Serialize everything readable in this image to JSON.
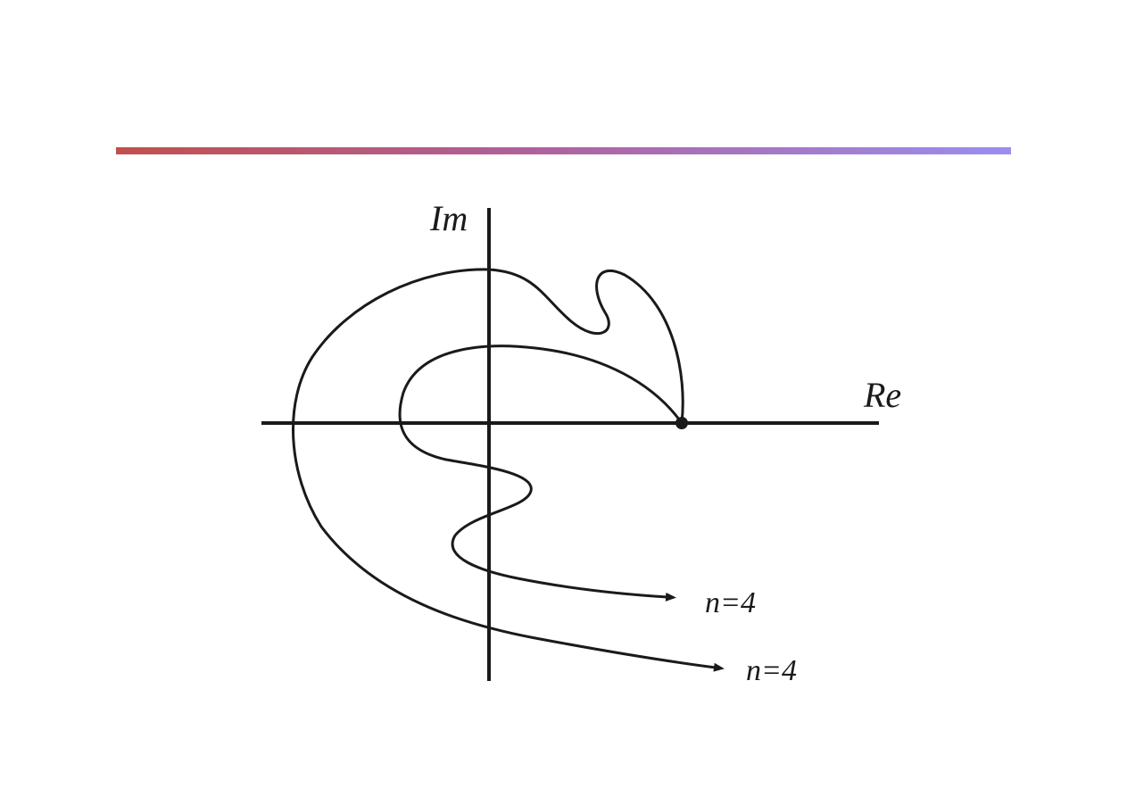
{
  "diagram": {
    "axes": {
      "real_label": "Re",
      "imaginary_label": "Im"
    },
    "curves": [
      {
        "label": "n=4"
      },
      {
        "label": "n=4"
      }
    ],
    "colors": {
      "line": "#1a1a1a",
      "bar_start": "#c0504d",
      "bar_end": "#9a8ef0"
    }
  }
}
